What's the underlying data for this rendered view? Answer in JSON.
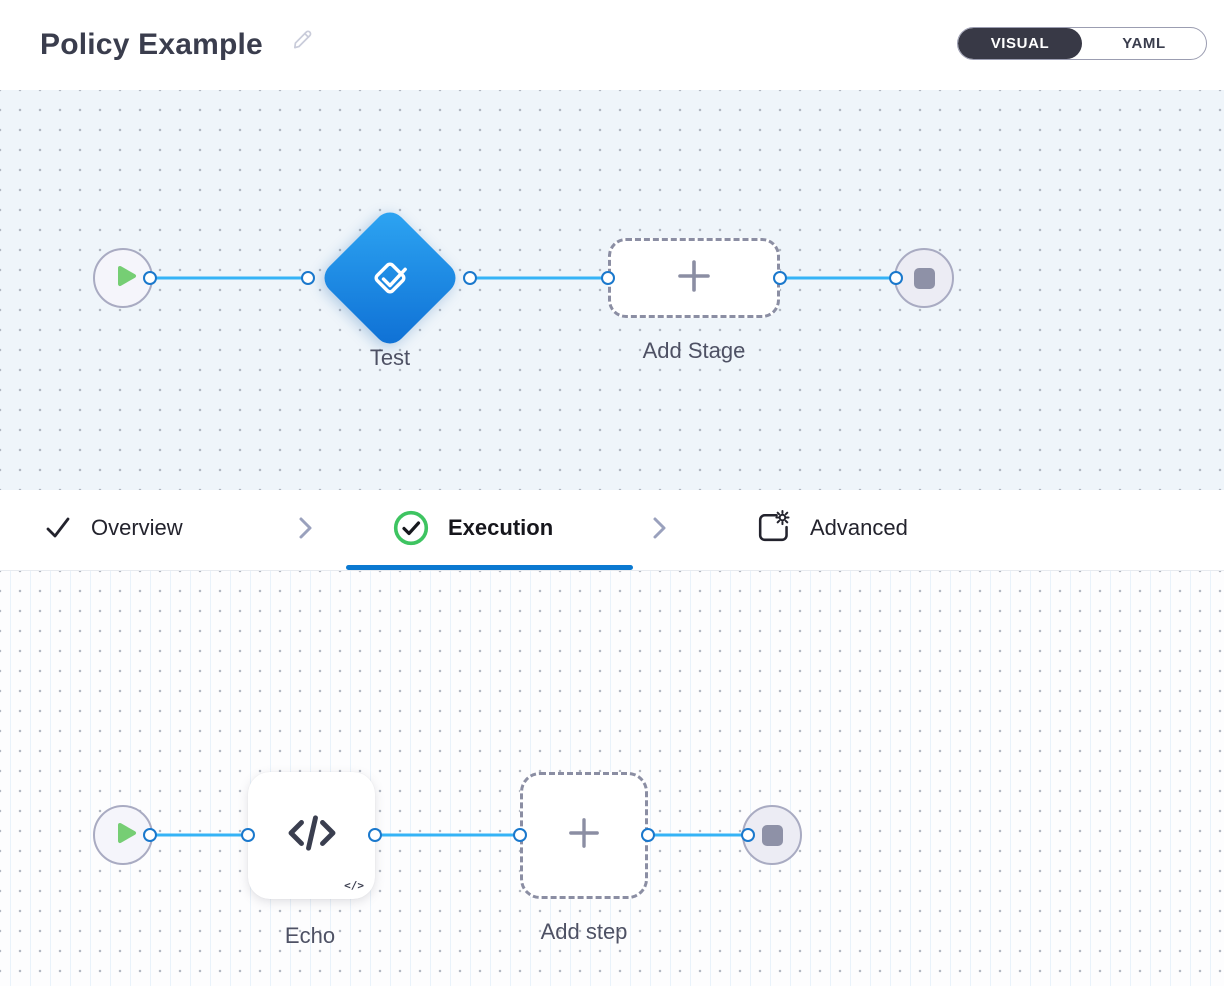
{
  "header": {
    "title": "Policy Example",
    "view_toggle": {
      "visual_label": "VISUAL",
      "yaml_label": "YAML"
    }
  },
  "stage_pipeline": {
    "stage_label": "Test",
    "add_stage_label": "Add Stage"
  },
  "tab_bar": {
    "overview_label": "Overview",
    "execution_label": "Execution",
    "advanced_label": "Advanced"
  },
  "step_pipeline": {
    "step_label": "Echo",
    "add_step_label": "Add step",
    "code_badge": "</>"
  },
  "colors": {
    "accent_blue": "#0b79d1",
    "edge_blue": "#35b3f6",
    "connector_border_blue": "#1a78cc",
    "stage_gradient_start": "#2ea6f3",
    "stage_gradient_end": "#0e6fd4",
    "success_green": "#3ec461",
    "play_green": "#76ce74",
    "toggle_dark": "#383946"
  }
}
